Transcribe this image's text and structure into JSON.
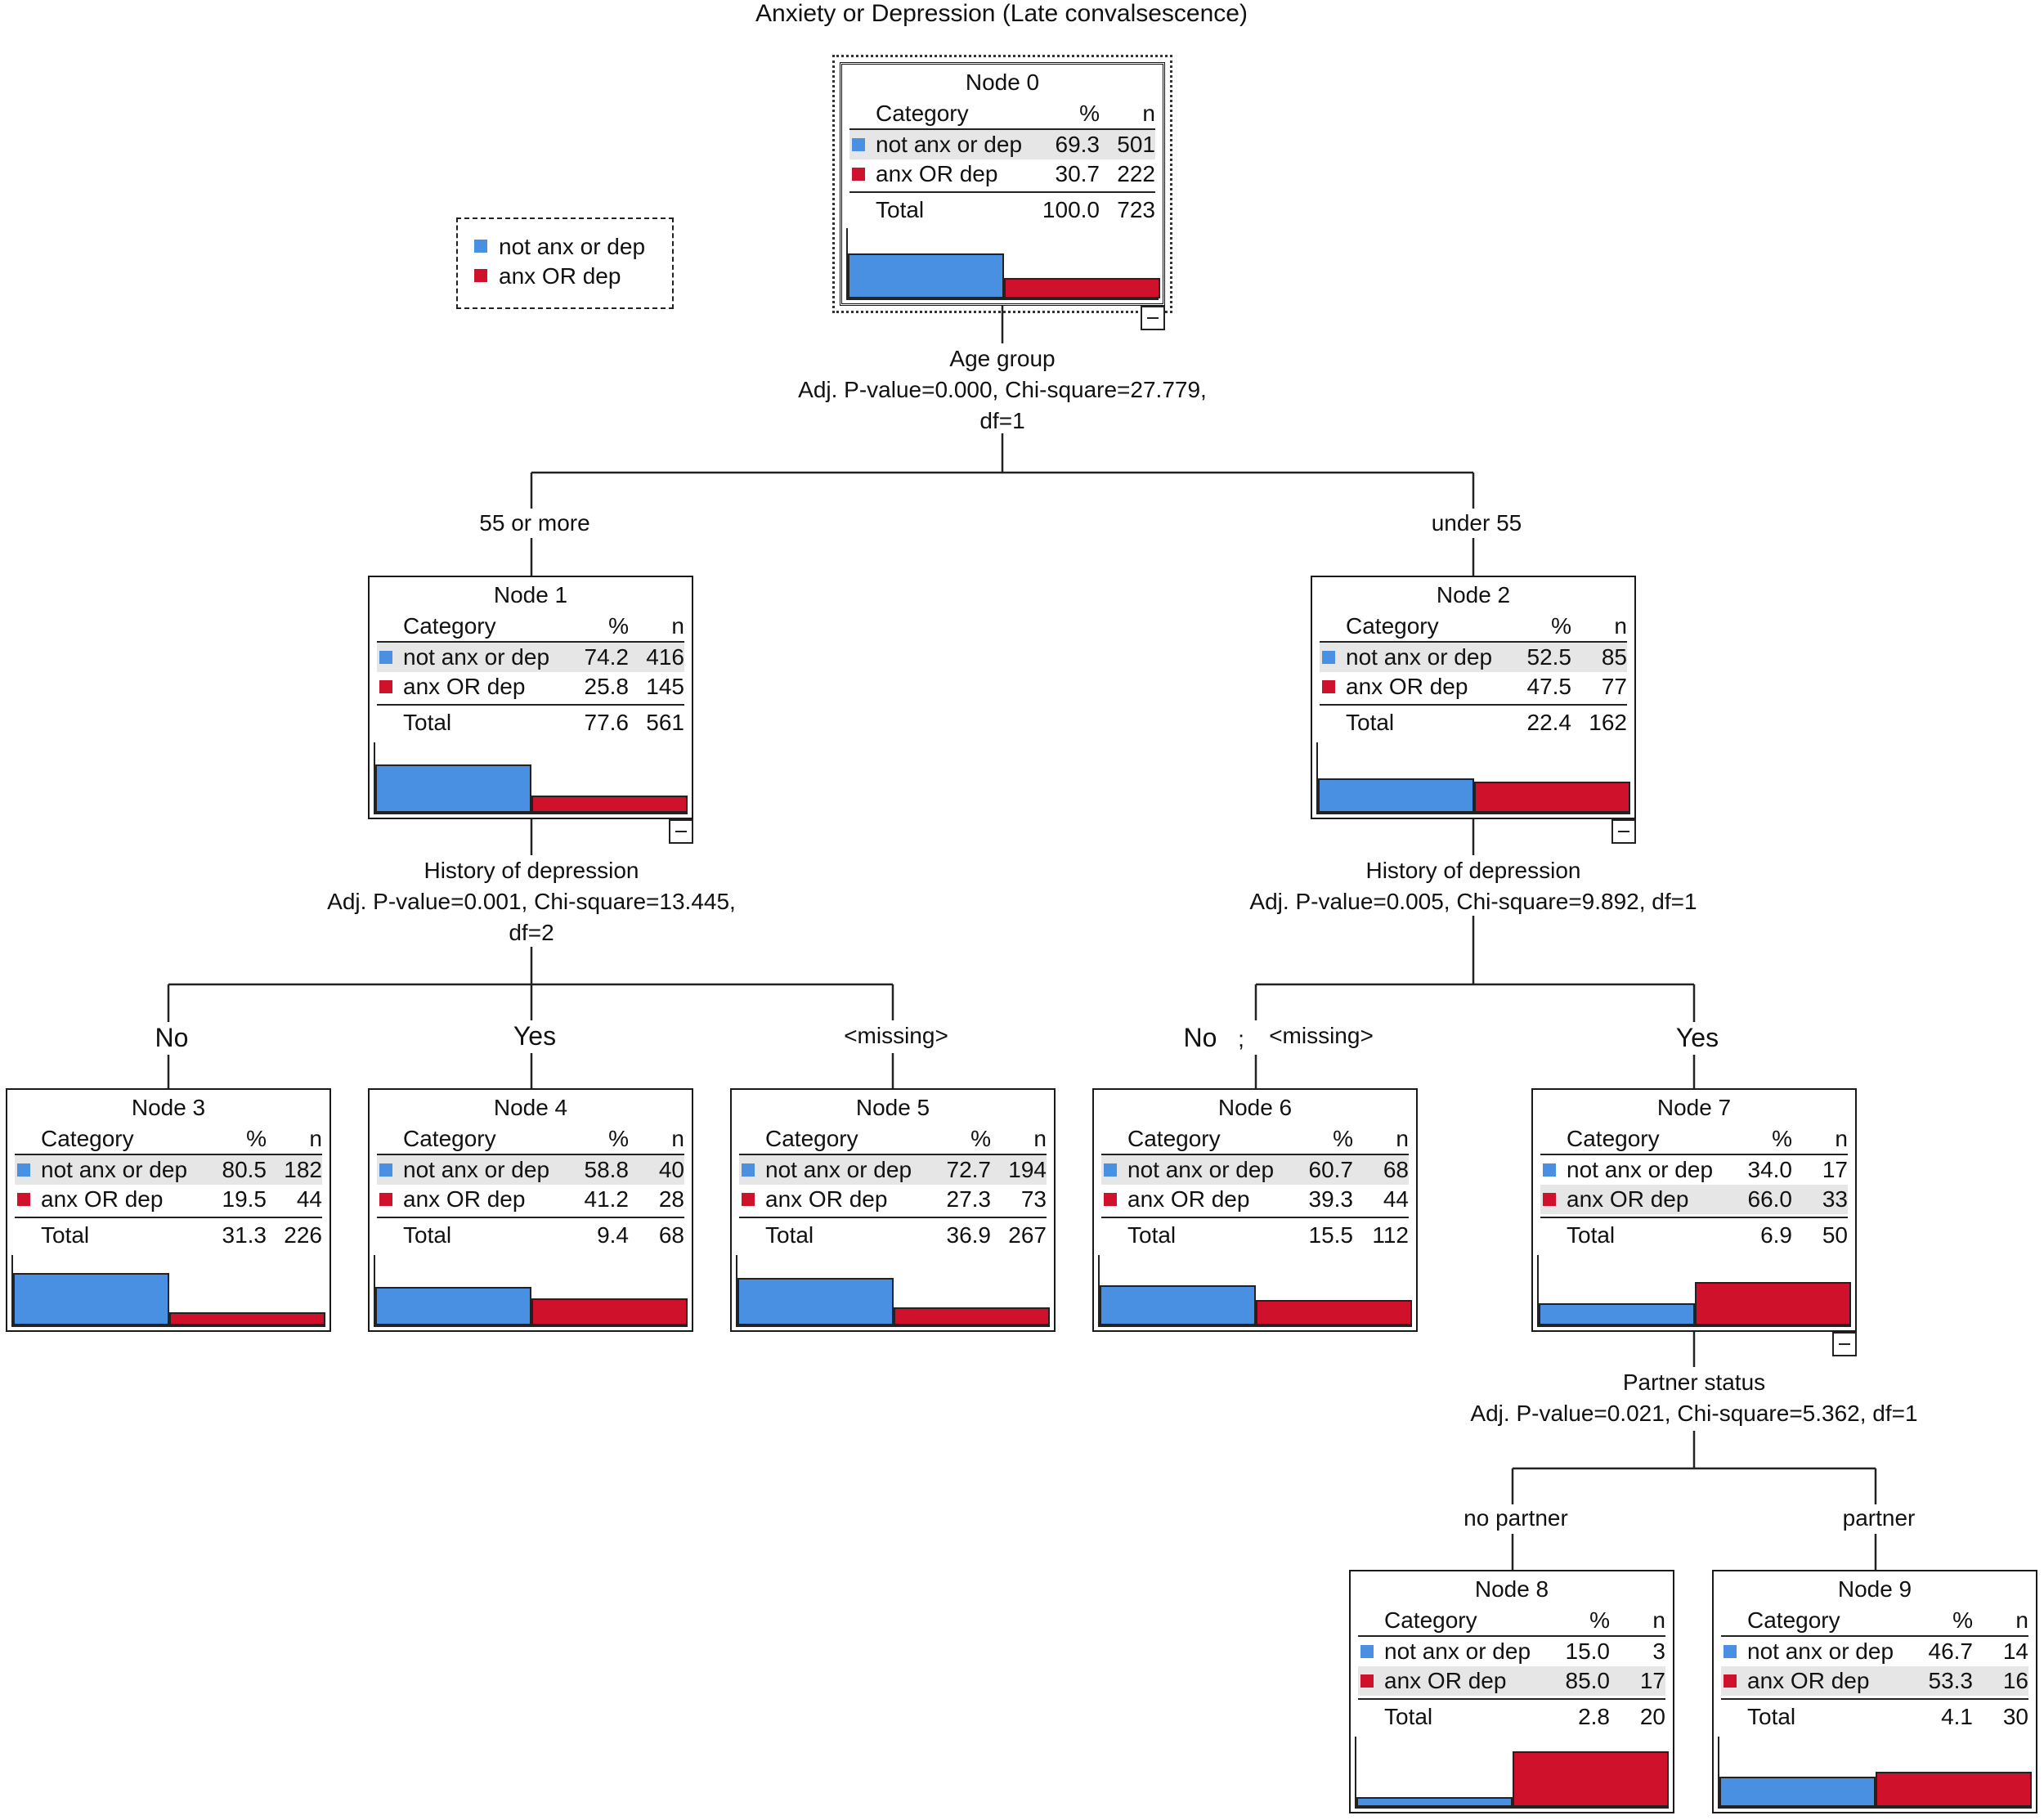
{
  "title": "Anxiety or Depression (Late convalsescence)",
  "colors": {
    "not_anx": "#4a90e2",
    "anx": "#d0112b"
  },
  "legend": [
    {
      "label": "not anx or dep",
      "color": "#4a90e2"
    },
    {
      "label": "anx OR dep",
      "color": "#d0112b"
    }
  ],
  "table_headers": {
    "category": "Category",
    "pct": "%",
    "n": "n"
  },
  "nodes": [
    {
      "name": "Node 0",
      "rows": [
        {
          "cat": "not anx or dep",
          "pct": "69.3",
          "n": "501"
        },
        {
          "cat": "anx OR dep",
          "pct": "30.7",
          "n": "222"
        }
      ],
      "total": {
        "label": "Total",
        "pct": "100.0",
        "n": "723"
      },
      "shares": [
        0.693,
        0.307
      ]
    },
    {
      "name": "Node 1",
      "rows": [
        {
          "cat": "not anx or dep",
          "pct": "74.2",
          "n": "416"
        },
        {
          "cat": "anx OR dep",
          "pct": "25.8",
          "n": "145"
        }
      ],
      "total": {
        "label": "Total",
        "pct": "77.6",
        "n": "561"
      },
      "shares": [
        0.742,
        0.258
      ]
    },
    {
      "name": "Node 2",
      "rows": [
        {
          "cat": "not anx or dep",
          "pct": "52.5",
          "n": "85"
        },
        {
          "cat": "anx OR dep",
          "pct": "47.5",
          "n": "77"
        }
      ],
      "total": {
        "label": "Total",
        "pct": "22.4",
        "n": "162"
      },
      "shares": [
        0.525,
        0.475
      ]
    },
    {
      "name": "Node 3",
      "rows": [
        {
          "cat": "not anx or dep",
          "pct": "80.5",
          "n": "182"
        },
        {
          "cat": "anx OR dep",
          "pct": "19.5",
          "n": "44"
        }
      ],
      "total": {
        "label": "Total",
        "pct": "31.3",
        "n": "226"
      },
      "shares": [
        0.805,
        0.195
      ]
    },
    {
      "name": "Node 4",
      "rows": [
        {
          "cat": "not anx or dep",
          "pct": "58.8",
          "n": "40"
        },
        {
          "cat": "anx OR dep",
          "pct": "41.2",
          "n": "28"
        }
      ],
      "total": {
        "label": "Total",
        "pct": "9.4",
        "n": "68"
      },
      "shares": [
        0.588,
        0.412
      ]
    },
    {
      "name": "Node 5",
      "rows": [
        {
          "cat": "not anx or dep",
          "pct": "72.7",
          "n": "194"
        },
        {
          "cat": "anx OR dep",
          "pct": "27.3",
          "n": "73"
        }
      ],
      "total": {
        "label": "Total",
        "pct": "36.9",
        "n": "267"
      },
      "shares": [
        0.727,
        0.273
      ]
    },
    {
      "name": "Node 6",
      "rows": [
        {
          "cat": "not anx or dep",
          "pct": "60.7",
          "n": "68"
        },
        {
          "cat": "anx OR dep",
          "pct": "39.3",
          "n": "44"
        }
      ],
      "total": {
        "label": "Total",
        "pct": "15.5",
        "n": "112"
      },
      "shares": [
        0.607,
        0.393
      ]
    },
    {
      "name": "Node 7",
      "rows": [
        {
          "cat": "not anx or dep",
          "pct": "34.0",
          "n": "17"
        },
        {
          "cat": "anx OR dep",
          "pct": "66.0",
          "n": "33"
        }
      ],
      "total": {
        "label": "Total",
        "pct": "6.9",
        "n": "50"
      },
      "shares": [
        0.34,
        0.66
      ]
    },
    {
      "name": "Node 8",
      "rows": [
        {
          "cat": "not anx or dep",
          "pct": "15.0",
          "n": "3"
        },
        {
          "cat": "anx OR dep",
          "pct": "85.0",
          "n": "17"
        }
      ],
      "total": {
        "label": "Total",
        "pct": "2.8",
        "n": "20"
      },
      "shares": [
        0.15,
        0.85
      ]
    },
    {
      "name": "Node 9",
      "rows": [
        {
          "cat": "not anx or dep",
          "pct": "46.7",
          "n": "14"
        },
        {
          "cat": "anx OR dep",
          "pct": "53.3",
          "n": "16"
        }
      ],
      "total": {
        "label": "Total",
        "pct": "4.1",
        "n": "30"
      },
      "shares": [
        0.467,
        0.533
      ]
    }
  ],
  "splits": [
    {
      "variable": "Age group",
      "stats": "Adj. P-value=0.000, Chi-square=27.779,",
      "extra": "df=1"
    },
    {
      "variable": "History of depression",
      "stats": "Adj. P-value=0.001, Chi-square=13.445,",
      "extra": "df=2"
    },
    {
      "variable": "History of depression",
      "stats": "Adj. P-value=0.005, Chi-square=9.892, df=1",
      "extra": ""
    },
    {
      "variable": "Partner status",
      "stats": "Adj. P-value=0.021, Chi-square=5.362, df=1",
      "extra": ""
    }
  ],
  "branches": {
    "b1": "55 or more",
    "b2": "under 55",
    "b3": "No",
    "b4": "Yes",
    "b5": "<missing>",
    "b6a": "No",
    "b6sep": ";",
    "b6b": "<missing>",
    "b7": "Yes",
    "b8": "no partner",
    "b9": "partner"
  }
}
